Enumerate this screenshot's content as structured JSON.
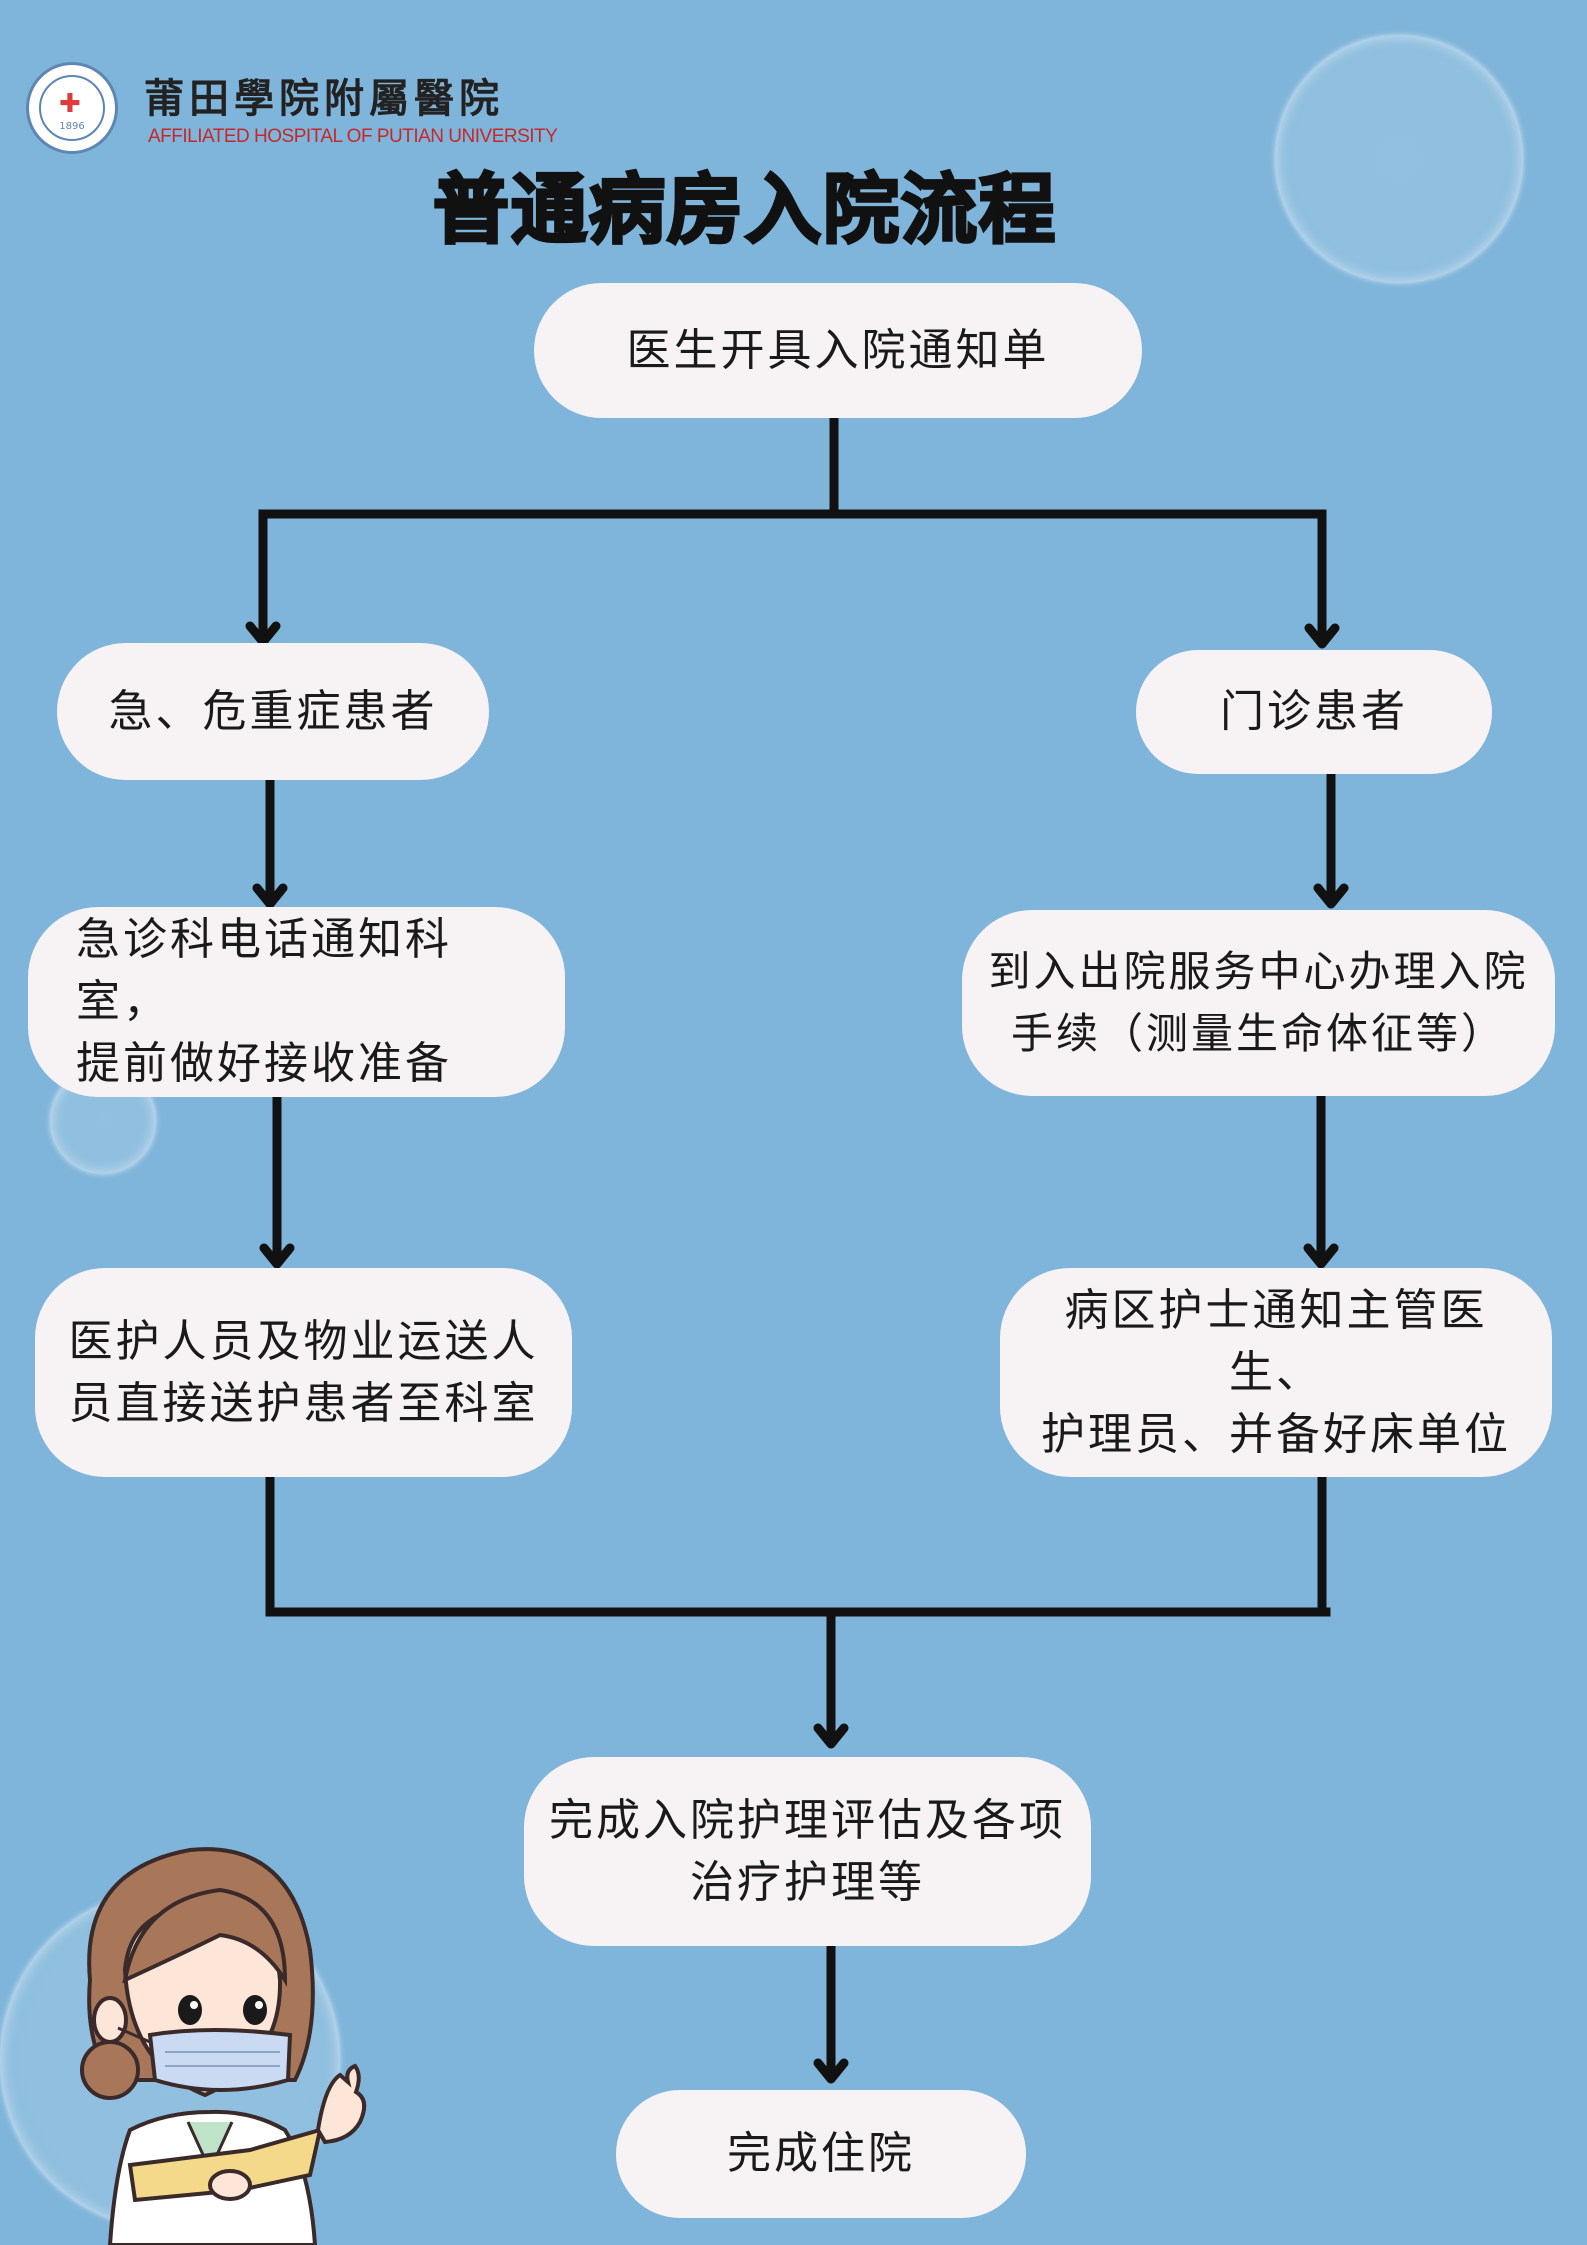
{
  "hospital": {
    "name_cn": "莆田學院附屬醫院",
    "name_en": "AFFILIATED HOSPITAL OF PUTIAN UNIVERSITY",
    "logo_year": "1896"
  },
  "title": "普通病房入院流程",
  "nodes": {
    "start": "医生开具入院通知单",
    "emergency": "急、危重症患者",
    "outpatient": "门诊患者",
    "emergency_notify": "急诊科电话通知科室，\n提前做好接收准备",
    "outpatient_service": "到入出院服务中心办理入院\n手续（测量生命体征等）",
    "emergency_transport": "医护人员及物业运送人\n员直接送护患者至科室",
    "ward_notify": "病区护士通知主管医生、\n护理员、并备好床单位",
    "assessment": "完成入院护理评估及各项\n治疗护理等",
    "end": "完成住院"
  },
  "colors": {
    "background": "#7fb5da",
    "node_fill": "#f7f3f5",
    "line": "#111111"
  }
}
